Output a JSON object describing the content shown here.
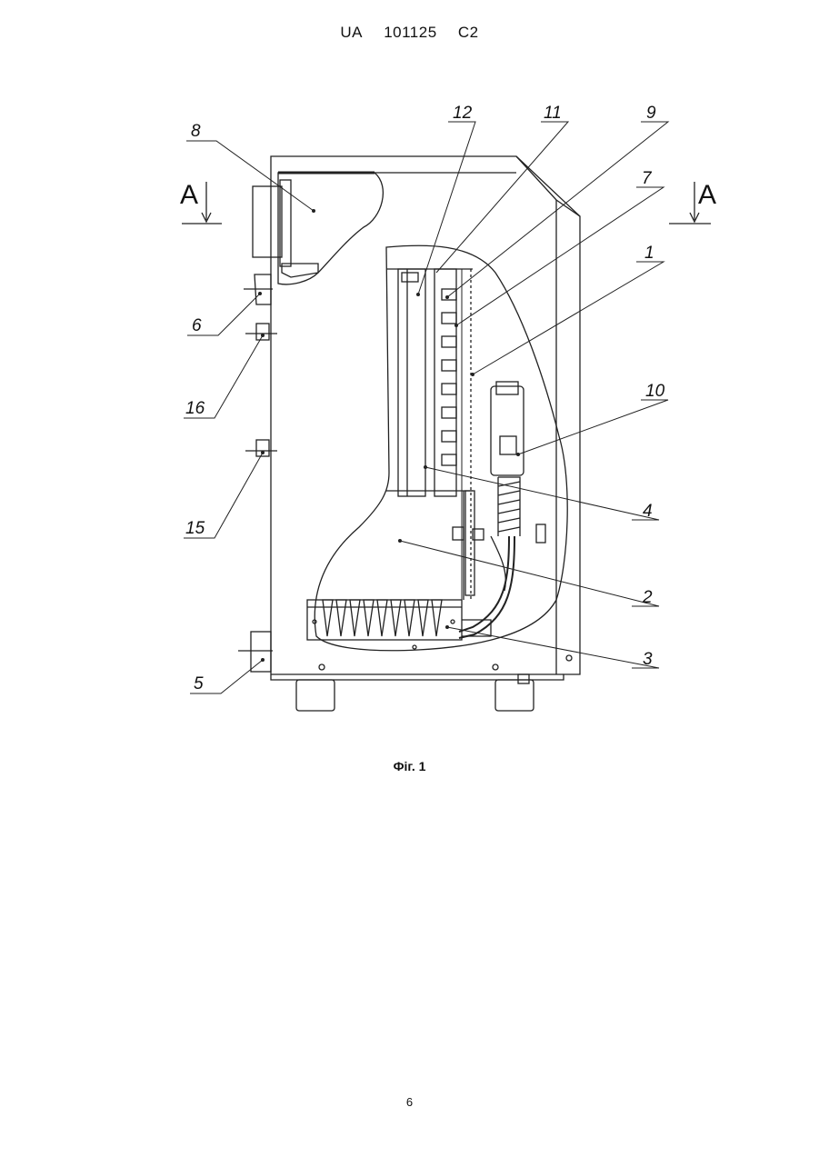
{
  "header": {
    "country": "UA",
    "number": "101125",
    "kind": "C2"
  },
  "section": {
    "left": "A",
    "right": "A"
  },
  "labels": {
    "l1": "1",
    "l2": "2",
    "l3": "3",
    "l4": "4",
    "l5": "5",
    "l6": "6",
    "l7": "7",
    "l8": "8",
    "l9": "9",
    "l10": "10",
    "l11": "11",
    "l12": "12",
    "l15": "15",
    "l16": "16"
  },
  "caption": "Фіг. 1",
  "page_number": "6"
}
